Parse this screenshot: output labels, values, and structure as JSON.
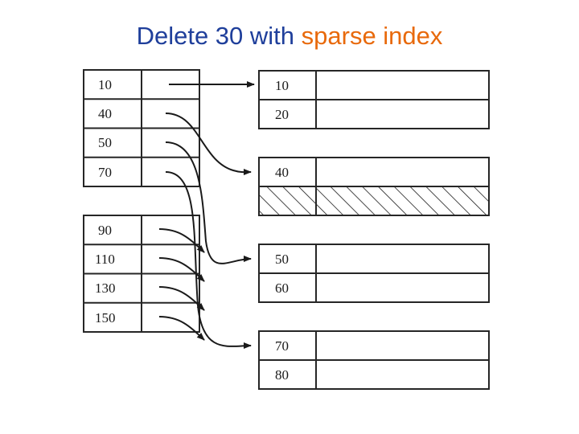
{
  "slide": {
    "title": {
      "main_text": "Delete 30 with ",
      "accent_text": "sparse index",
      "main_color": "#1F3F9B",
      "accent_color": "#E8690B"
    },
    "background_color": "#FFFFFF"
  },
  "diagram": {
    "type": "sparse-index-deletion",
    "line_color": "#262626",
    "index_blocks": [
      {
        "name": "index-block-1",
        "keys": [
          "10",
          "40",
          "50",
          "70"
        ]
      },
      {
        "name": "index-block-2",
        "keys": [
          "90",
          "110",
          "130",
          "150"
        ]
      }
    ],
    "data_blocks": [
      {
        "name": "data-block-1",
        "records": [
          {
            "value": "10",
            "deleted": false
          },
          {
            "value": "20",
            "deleted": false
          }
        ]
      },
      {
        "name": "data-block-2",
        "records": [
          {
            "value": "40",
            "deleted": false
          },
          {
            "value": "",
            "deleted": true
          }
        ]
      },
      {
        "name": "data-block-3",
        "records": [
          {
            "value": "50",
            "deleted": false
          },
          {
            "value": "60",
            "deleted": false
          }
        ]
      },
      {
        "name": "data-block-4",
        "records": [
          {
            "value": "70",
            "deleted": false
          },
          {
            "value": "80",
            "deleted": false
          }
        ]
      }
    ],
    "pointers": [
      {
        "from": "10",
        "to": "data-block-1"
      },
      {
        "from": "40",
        "to": "data-block-2"
      },
      {
        "from": "50",
        "to": "data-block-3"
      },
      {
        "from": "70",
        "to": "data-block-4"
      },
      {
        "from": "90",
        "to": "off-slide"
      },
      {
        "from": "110",
        "to": "off-slide"
      },
      {
        "from": "130",
        "to": "off-slide"
      },
      {
        "from": "150",
        "to": "off-slide"
      }
    ]
  }
}
